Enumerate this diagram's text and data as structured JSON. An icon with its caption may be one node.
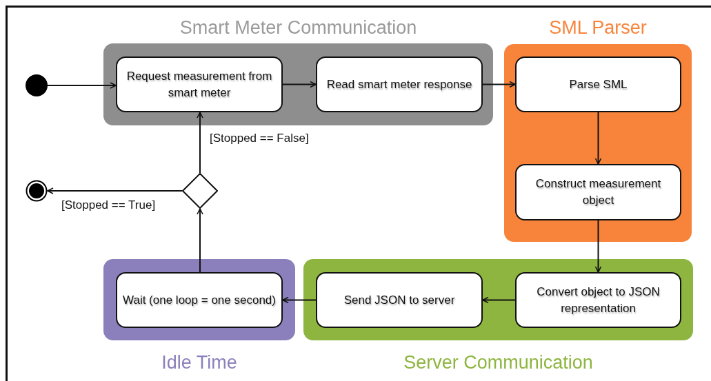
{
  "diagram": {
    "nodes": [
      {
        "text": [],
        "shape": "circle"
      },
      {
        "text": [
          "Smart Meter Communication"
        ]
      },
      {
        "text": [
          "Request measurement from smart meter"
        ],
        "in": 1
      },
      {
        "text": [
          "Read smart meter response"
        ],
        "in": 1
      },
      {
        "text": [
          "SML Parser"
        ]
      },
      {
        "text": [
          "Parse SML"
        ],
        "in": 4
      },
      {
        "text": [
          "Construct measurement object"
        ],
        "in": 4
      },
      {
        "text": [],
        "shape": "bullseye"
      },
      {
        "text": [],
        "shape": "diamond"
      },
      {
        "text": [
          "Idle Time"
        ]
      },
      {
        "text": [
          "Wait (one loop = one second)"
        ],
        "in": 9
      },
      {
        "text": [
          "Server Communication"
        ]
      },
      {
        "text": [
          "Send JSON to server"
        ],
        "in": 11
      },
      {
        "text": [
          "Convert object to JSON representation"
        ],
        "in": 11
      }
    ],
    "edges": [
      {
        "from": 0,
        "to": 2,
        "arrow": "to"
      },
      {
        "from": 2,
        "to": 3,
        "arrow": "to"
      },
      {
        "from": 3,
        "to": 5,
        "arrow": "to"
      },
      {
        "from": 5,
        "to": 6,
        "arrow": "to"
      },
      {
        "from": 6,
        "to": 13,
        "arrow": "to"
      },
      {
        "from": 13,
        "to": 12,
        "arrow": "to"
      },
      {
        "from": 12,
        "to": 10,
        "arrow": "to"
      },
      {
        "from": 10,
        "to": 8,
        "arrow": "to"
      },
      {
        "from": 8,
        "to": 2,
        "arrow": "to",
        "label": "[Stopped == False]"
      },
      {
        "from": 8,
        "to": 7,
        "arrow": "to",
        "label": "[Stopped == True]"
      }
    ]
  }
}
